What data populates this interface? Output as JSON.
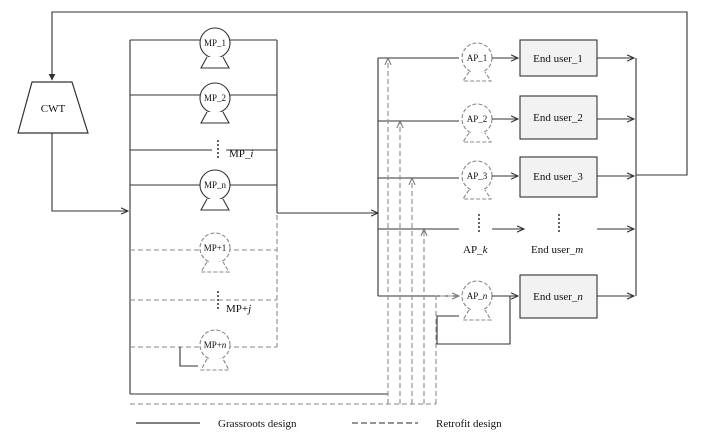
{
  "cwt": {
    "label": "CWT"
  },
  "main_pumps": [
    {
      "label": "MP_1"
    },
    {
      "label": "MP_2"
    },
    {
      "label": "MP_n"
    }
  ],
  "main_pump_generic": {
    "prefix": "MP_",
    "index": "i"
  },
  "retrofit_pumps": [
    {
      "label": "MP+1"
    }
  ],
  "retrofit_pump_generic": {
    "prefix": "MP+",
    "index": "j"
  },
  "retrofit_pump_last": {
    "prefix": "MP+",
    "index": "n"
  },
  "aux_pumps": [
    {
      "label": "AP_1"
    },
    {
      "label": "AP_2"
    },
    {
      "label": "AP_3"
    }
  ],
  "aux_pump_generic": {
    "prefix": "AP_",
    "index": "k"
  },
  "aux_pump_last": {
    "prefix": "AP_",
    "index": "n"
  },
  "end_users": [
    {
      "label": "End user_1"
    },
    {
      "label": "End user_2"
    },
    {
      "label": "End user_3"
    }
  ],
  "end_user_generic": {
    "prefix": "End user_",
    "index": "m"
  },
  "end_user_last": {
    "prefix": "End user_",
    "index": "n"
  },
  "legend": {
    "solid_label": "Grassroots design",
    "dashed_label": "Retrofit design"
  }
}
